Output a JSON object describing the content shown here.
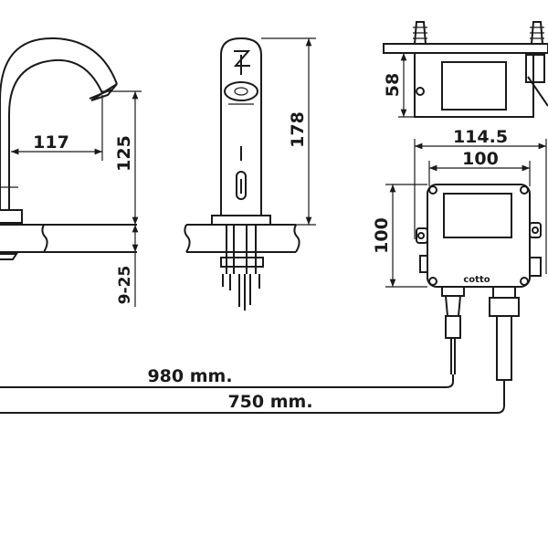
{
  "dimensions": {
    "spout_reach": "117",
    "spout_height": "125",
    "body_height": "178",
    "deck_range": "9-25",
    "box_depth": "58",
    "box_outer_width": "114.5",
    "box_inner_width": "100",
    "box_height": "100",
    "cable_a": "980 mm.",
    "cable_b": "750 mm."
  },
  "brand": {
    "logo_text": "cotto"
  }
}
